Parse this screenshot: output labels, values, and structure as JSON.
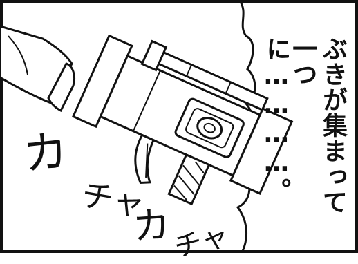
{
  "sound_effects": [
    "カ",
    "チャ",
    "カ",
    "チャ"
  ],
  "narration": [
    "ぶきが集まって",
    "一つに…………。"
  ]
}
